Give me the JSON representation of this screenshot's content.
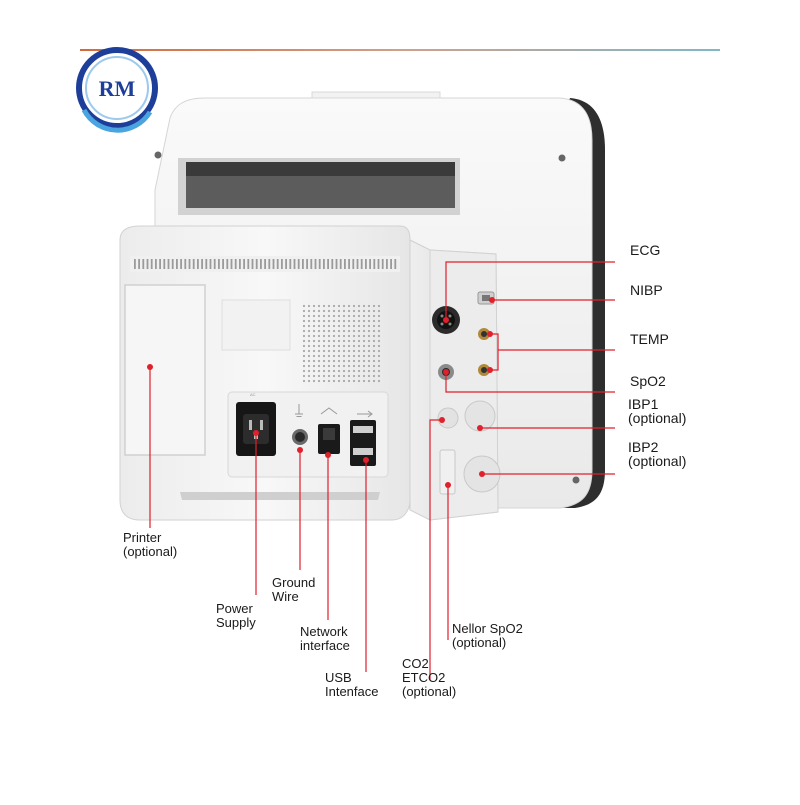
{
  "logo": {
    "text": "RM"
  },
  "colors": {
    "accent_red": "#e0202a",
    "ring_blue": "#1d3f9a"
  },
  "callouts": {
    "ecg": {
      "line1": "ECG"
    },
    "nibp": {
      "line1": "NIBP"
    },
    "temp": {
      "line1": "TEMP"
    },
    "spo2": {
      "line1": "SpO2"
    },
    "ibp1": {
      "line1": "IBP1",
      "line2": "(optional)"
    },
    "ibp2": {
      "line1": "IBP2",
      "line2": "(optional)"
    },
    "printer": {
      "line1": "Printer",
      "line2": "(optional)"
    },
    "ground": {
      "line1": "Ground",
      "line2": "Wire"
    },
    "power": {
      "line1": "Power",
      "line2": "Supply"
    },
    "network": {
      "line1": "Network",
      "line2": "interface"
    },
    "nellor": {
      "line1": "Nellor SpO2",
      "line2": "(optional)"
    },
    "co2": {
      "line1": "CO2",
      "line2": "ETCO2",
      "line3": "(optional)"
    },
    "usb": {
      "line1": "USB",
      "line2": "Intenface"
    }
  }
}
